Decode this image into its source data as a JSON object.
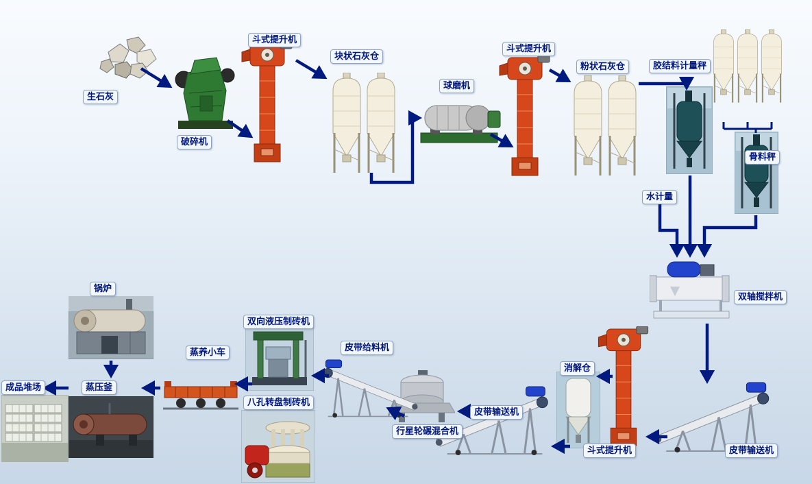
{
  "colors": {
    "arrow": "#001a7f",
    "label_text": "#00177d",
    "label_bg": "#f2f7fc",
    "label_border": "#8fa3c0",
    "elevator_red": "#d6481c",
    "silo_cream": "#f3eede",
    "crusher_green": "#2f7a33",
    "motor_blue": "#2244cc"
  },
  "labels": {
    "quicklime": "生石灰",
    "crusher": "破碎机",
    "bucket_elevator_1": "斗式提升机",
    "lump_lime_silo": "块状石灰仓",
    "ball_mill": "球磨机",
    "bucket_elevator_2": "斗式提升机",
    "powder_lime_silo": "粉状石灰仓",
    "binder_metering_scale": "胶结料计量秤",
    "aggregate_scale": "骨料秤",
    "water_metering": "水计量",
    "twin_shaft_mixer": "双轴搅拌机",
    "belt_conveyor_right": "皮带输送机",
    "bucket_elevator_3": "斗式提升机",
    "digestion_silo": "消解仓",
    "belt_conveyor_mid": "皮带输送机",
    "planetary_wheel_mixer": "行星轮碾混合机",
    "belt_feeder": "皮带给料机",
    "hydraulic_brick_machine": "双向液压制砖机",
    "rotary_brick_machine": "八孔转盘制砖机",
    "curing_trolley": "蒸养小车",
    "autoclave": "蒸压釜",
    "product_yard": "成品堆场",
    "boiler": "锅炉"
  }
}
